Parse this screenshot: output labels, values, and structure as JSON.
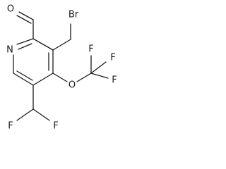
{
  "molecule": {
    "atoms": {
      "O_aldehyde": "O",
      "N_ring": "N",
      "Br": "Br",
      "O_ether": "O",
      "F1": "F",
      "F2": "F",
      "F3": "F",
      "F4": "F",
      "F5": "F"
    }
  }
}
